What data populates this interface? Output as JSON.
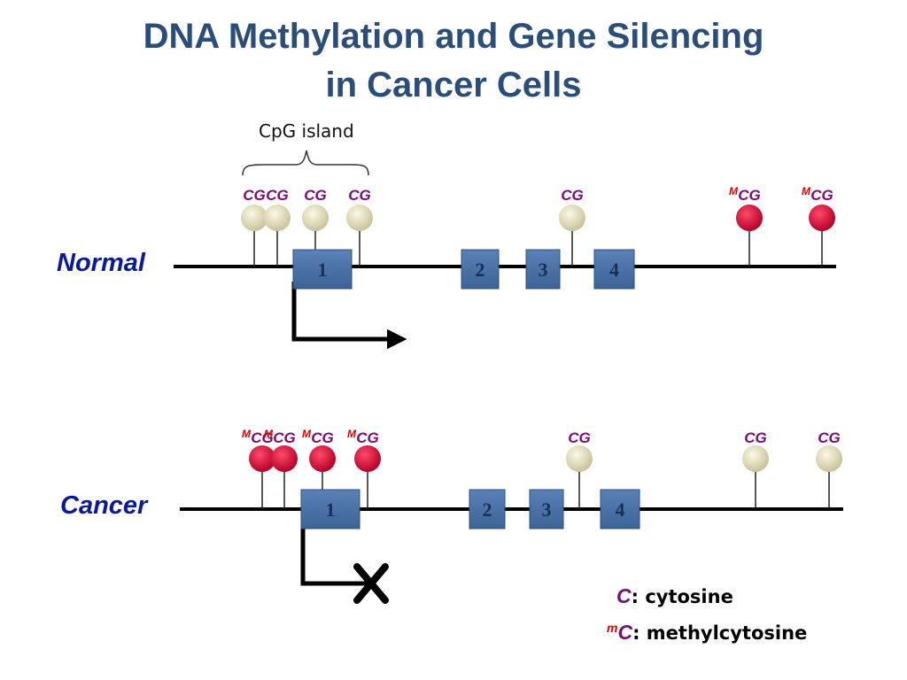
{
  "title": {
    "line1": "DNA Methylation and Gene Silencing",
    "line2": "in Cancer Cells"
  },
  "cpg_island_label": "CpG island",
  "rows": {
    "normal": {
      "label": "Normal",
      "transcription": "active",
      "exons": [
        "1",
        "2",
        "3",
        "4"
      ],
      "sites": [
        {
          "text": "CG",
          "methylated": false
        },
        {
          "text": "CG",
          "methylated": false
        },
        {
          "text": "CG",
          "methylated": false
        },
        {
          "text": "CG",
          "methylated": false
        },
        {
          "text": "CG",
          "methylated": false
        },
        {
          "text": "CG",
          "methylated": true,
          "mark": "M"
        },
        {
          "text": "CG",
          "methylated": true,
          "mark": "M"
        }
      ]
    },
    "cancer": {
      "label": "Cancer",
      "transcription": "blocked",
      "exons": [
        "1",
        "2",
        "3",
        "4"
      ],
      "sites": [
        {
          "text": "CG",
          "methylated": true,
          "mark": "M"
        },
        {
          "text": "CG",
          "methylated": true,
          "mark": "M"
        },
        {
          "text": "CG",
          "methylated": true,
          "mark": "M"
        },
        {
          "text": "CG",
          "methylated": true,
          "mark": "M"
        },
        {
          "text": "CG",
          "methylated": false
        },
        {
          "text": "CG",
          "methylated": false
        },
        {
          "text": "CG",
          "methylated": false
        }
      ]
    }
  },
  "legend": {
    "cytosine_symbol": "C",
    "cytosine_text": ": cytosine",
    "methyl_mark": "m",
    "methyl_symbol": "C",
    "methyl_text": ": methylcytosine"
  },
  "colors": {
    "title": "#2a4d7a",
    "row_label": "#0a1a9a",
    "exon_fill": "#4a72a8",
    "exon_edge": "#2d4f80",
    "unmethylated": "#e8e4c0",
    "methylated": "#d0103a",
    "cg_text": "#7a0a7a",
    "methyl_mark": "#d80000"
  }
}
